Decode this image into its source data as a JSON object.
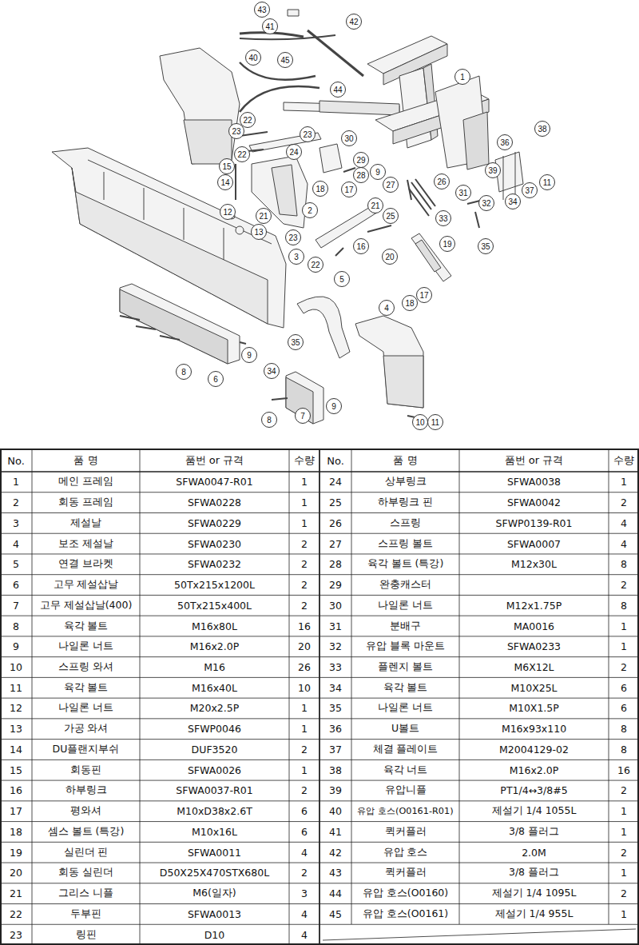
{
  "diagram": {
    "labels": [
      "43",
      "41",
      "42",
      "40",
      "45",
      "44",
      "1",
      "22",
      "23",
      "23",
      "24",
      "30",
      "38",
      "36",
      "22",
      "29",
      "28",
      "9",
      "39",
      "11",
      "37",
      "15",
      "27",
      "26",
      "14",
      "18",
      "17",
      "31",
      "34",
      "32",
      "21",
      "2",
      "21",
      "12",
      "25",
      "33",
      "13",
      "23",
      "19",
      "35",
      "3",
      "16",
      "20",
      "22",
      "5",
      "17",
      "18",
      "4",
      "35",
      "9",
      "34",
      "8",
      "6",
      "9",
      "8",
      "7",
      "10",
      "11",
      "No.",
      "품 명",
      "품번 or 규격",
      "수량",
      "No.",
      "품 명",
      "품번 or 규격",
      "수량",
      "1",
      "메인 프레임",
      "SFWA0047-R01",
      "1",
      "2",
      "회동 프레임",
      "SFWA0228",
      "1",
      "3",
      "제설날",
      "SFWA0229",
      "1",
      "4",
      "보조 제설날",
      "SFWA0230",
      "2",
      "5",
      "연결 브라켓",
      "SFWA0232",
      "2",
      "6",
      "고무 제설삽날",
      "50Tx215x1200L",
      "2",
      "7",
      "고무 제설삽날(400)",
      "50Tx215x400L",
      "2",
      "8",
      "육각 볼트",
      "M16x80L",
      "16",
      "9",
      "나일론 너트",
      "M16x2.0P",
      "20",
      "10",
      "스프링 와셔",
      "M16",
      "26",
      "11",
      "육각 볼트",
      "M16x40L",
      "10",
      "12",
      "나일론 너트",
      "M20x2.5P",
      "1",
      "13",
      "가공 와셔",
      "SFWP0046",
      "1",
      "14",
      "DU플랜지부쉬",
      "DUF3520",
      "2",
      "15",
      "회동핀",
      "SFWA0026",
      "1",
      "16",
      "하부링크",
      "SFWA0037-R01",
      "2",
      "17",
      "평와셔",
      "M10xD38x2.6T",
      "6",
      "18",
      "셈스 볼트 (특강)",
      "M10x16L",
      "6",
      "19",
      "실린더 핀",
      "SFWA0011",
      "4",
      "20",
      "회동 실린더",
      "D50X25X470STX680L",
      "2",
      "21",
      "그리스 니플",
      "M6(일자)",
      "3",
      "22",
      "두부핀",
      "SFWA0013",
      "4",
      "23",
      "링핀",
      "D10",
      "4",
      "24",
      "상부링크",
      "SFWA0038",
      "1",
      "25",
      "하부링크 핀",
      "SFWA0042",
      "2",
      "26",
      "스프링",
      "SFWP0139-R01",
      "4",
      "27",
      "스프링 볼트",
      "SFWA0007",
      "4",
      "28",
      "육각 볼트 (특강)",
      "M12x30L",
      "8",
      "29",
      "완충캐스터",
      "2",
      "30",
      "나일론 너트",
      "M12x1.75P",
      "8",
      "31",
      "분배구",
      "MA0016",
      "1",
      "32",
      "유압 블록 마운트",
      "SFWA0233",
      "1",
      "33",
      "플렌지 볼트",
      "M6X12L",
      "2",
      "34",
      "육각 볼트",
      "M10X25L",
      "6",
      "35",
      "나일론 너트",
      "M10X1.5P",
      "6",
      "36",
      "U볼트",
      "M16x93x110",
      "8",
      "37",
      "체결 플레이트",
      "M2004129-02",
      "8",
      "38",
      "육각 너트",
      "M16x2.0P",
      "16",
      "39",
      "유압니플",
      "PT1/4↔3/8#5",
      "2",
      "40",
      "유압 호스(O0161-R01)",
      "제설기 1/4 1055L",
      "1",
      "41",
      "퀵커플러",
      "3/8 플러그",
      "1",
      "42",
      "유압 호스",
      "2.0M",
      "2",
      "43",
      "퀵커플러",
      "3/8 플러그",
      "1",
      "44",
      "유압 호스(O0160)",
      "제설기 1/4 1095L",
      "2",
      "45",
      "유압 호스(O0161)",
      "제설기 1/4 955L",
      "1"
    ]
  }
}
